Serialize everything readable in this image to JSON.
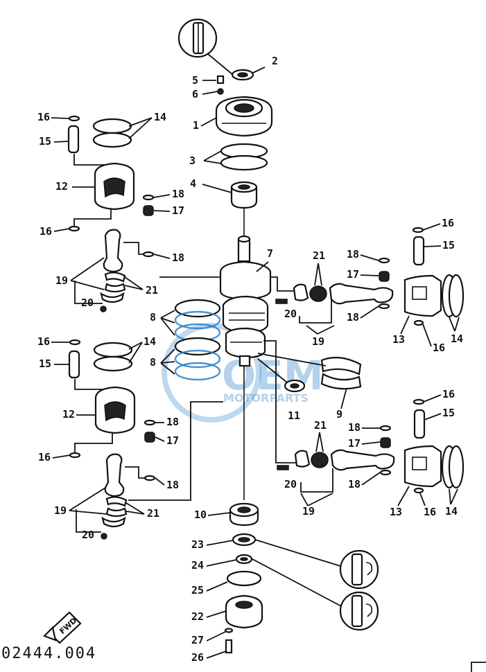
{
  "diagram": {
    "drawing_code": "02444.004",
    "fwd_label": "FWD",
    "watermark": {
      "brand": "OEM",
      "sub": "MOTORPARTS",
      "color": "#2a7fc9"
    },
    "callouts": [
      {
        "id": "c-2",
        "text": "2"
      },
      {
        "id": "c-5",
        "text": "5"
      },
      {
        "id": "c-6",
        "text": "6"
      },
      {
        "id": "c-1",
        "text": "1"
      },
      {
        "id": "c-3",
        "text": "3"
      },
      {
        "id": "c-4",
        "text": "4"
      },
      {
        "id": "c-7",
        "text": "7"
      },
      {
        "id": "c-16a",
        "text": "16"
      },
      {
        "id": "c-14a",
        "text": "14"
      },
      {
        "id": "c-15a",
        "text": "15"
      },
      {
        "id": "c-12a",
        "text": "12"
      },
      {
        "id": "c-16b",
        "text": "16"
      },
      {
        "id": "c-18a",
        "text": "18"
      },
      {
        "id": "c-17a",
        "text": "17"
      },
      {
        "id": "c-18b",
        "text": "18"
      },
      {
        "id": "c-19a",
        "text": "19"
      },
      {
        "id": "c-21a",
        "text": "21"
      },
      {
        "id": "c-20a",
        "text": "20"
      },
      {
        "id": "c-8a",
        "text": "8"
      },
      {
        "id": "c-8b",
        "text": "8"
      },
      {
        "id": "c-16c",
        "text": "16"
      },
      {
        "id": "c-14b",
        "text": "14"
      },
      {
        "id": "c-15b",
        "text": "15"
      },
      {
        "id": "c-12b",
        "text": "12"
      },
      {
        "id": "c-16d",
        "text": "16"
      },
      {
        "id": "c-18c",
        "text": "18"
      },
      {
        "id": "c-17b",
        "text": "17"
      },
      {
        "id": "c-18d",
        "text": "18"
      },
      {
        "id": "c-19b",
        "text": "19"
      },
      {
        "id": "c-21b",
        "text": "21"
      },
      {
        "id": "c-20b",
        "text": "20"
      },
      {
        "id": "c-21c",
        "text": "21"
      },
      {
        "id": "c-18e",
        "text": "18"
      },
      {
        "id": "c-17c",
        "text": "17"
      },
      {
        "id": "c-20c",
        "text": "20"
      },
      {
        "id": "c-18f",
        "text": "18"
      },
      {
        "id": "c-19c",
        "text": "19"
      },
      {
        "id": "c-16e",
        "text": "16"
      },
      {
        "id": "c-15c",
        "text": "15"
      },
      {
        "id": "c-13a",
        "text": "13"
      },
      {
        "id": "c-16f",
        "text": "16"
      },
      {
        "id": "c-14c",
        "text": "14"
      },
      {
        "id": "c-11",
        "text": "11"
      },
      {
        "id": "c-9",
        "text": "9"
      },
      {
        "id": "c-21d",
        "text": "21"
      },
      {
        "id": "c-18g",
        "text": "18"
      },
      {
        "id": "c-17d",
        "text": "17"
      },
      {
        "id": "c-20d",
        "text": "20"
      },
      {
        "id": "c-18h",
        "text": "18"
      },
      {
        "id": "c-19d",
        "text": "19"
      },
      {
        "id": "c-16g",
        "text": "16"
      },
      {
        "id": "c-15d",
        "text": "15"
      },
      {
        "id": "c-13b",
        "text": "13"
      },
      {
        "id": "c-16h",
        "text": "16"
      },
      {
        "id": "c-14d",
        "text": "14"
      },
      {
        "id": "c-10",
        "text": "10"
      },
      {
        "id": "c-23",
        "text": "23"
      },
      {
        "id": "c-24",
        "text": "24"
      },
      {
        "id": "c-25",
        "text": "25"
      },
      {
        "id": "c-22",
        "text": "22"
      },
      {
        "id": "c-27",
        "text": "27"
      },
      {
        "id": "c-26",
        "text": "26"
      }
    ]
  }
}
